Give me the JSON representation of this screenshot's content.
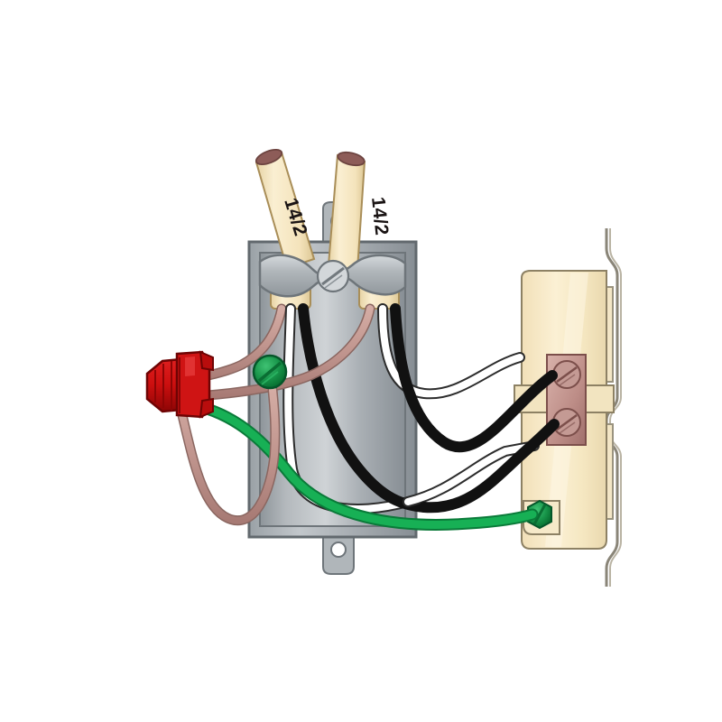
{
  "figure": {
    "title": "Electrical outlet box wiring diagram",
    "background_color": "#ffffff"
  },
  "labels": {
    "cable_left": "14/2",
    "cable_right": "14/2"
  },
  "components": {
    "electrical_box": {
      "name": "metal-outlet-box",
      "body_color": "#a9aeb2",
      "edge_color": "#6b7277",
      "interior_color": "#b9bec2"
    },
    "cable_clamp": {
      "name": "cable-clamp",
      "color": "#b4b9bd",
      "screw_color": "#c9ced2"
    },
    "box_ground_screw": {
      "name": "box-ground-screw",
      "color": "#128a3f"
    },
    "wire_nut": {
      "name": "red-wire-nut",
      "color": "#cc1111",
      "shade": "#8e0707"
    },
    "receptacle": {
      "name": "receptacle-outlet",
      "body_color": "#f7e6bf",
      "strap_color": "#efe3c6",
      "terminal_block_color": "#b98a8a",
      "brass_screw_color": "#c59a95",
      "ground_screw_color": "#1b8f47"
    }
  },
  "wires": {
    "hot_black": "#111111",
    "neutral_white": "#ffffff",
    "ground_green": "#0fa04a",
    "copper_bare": "#c39a94",
    "cable_sheath": "#f6e7c3",
    "cable_sheath_edge": "#c9a96f",
    "copper_tip": "#8d5c58"
  },
  "counts": {
    "cables_entering": 2,
    "brass_terminal_screws": 2,
    "ground_screws": 2
  }
}
